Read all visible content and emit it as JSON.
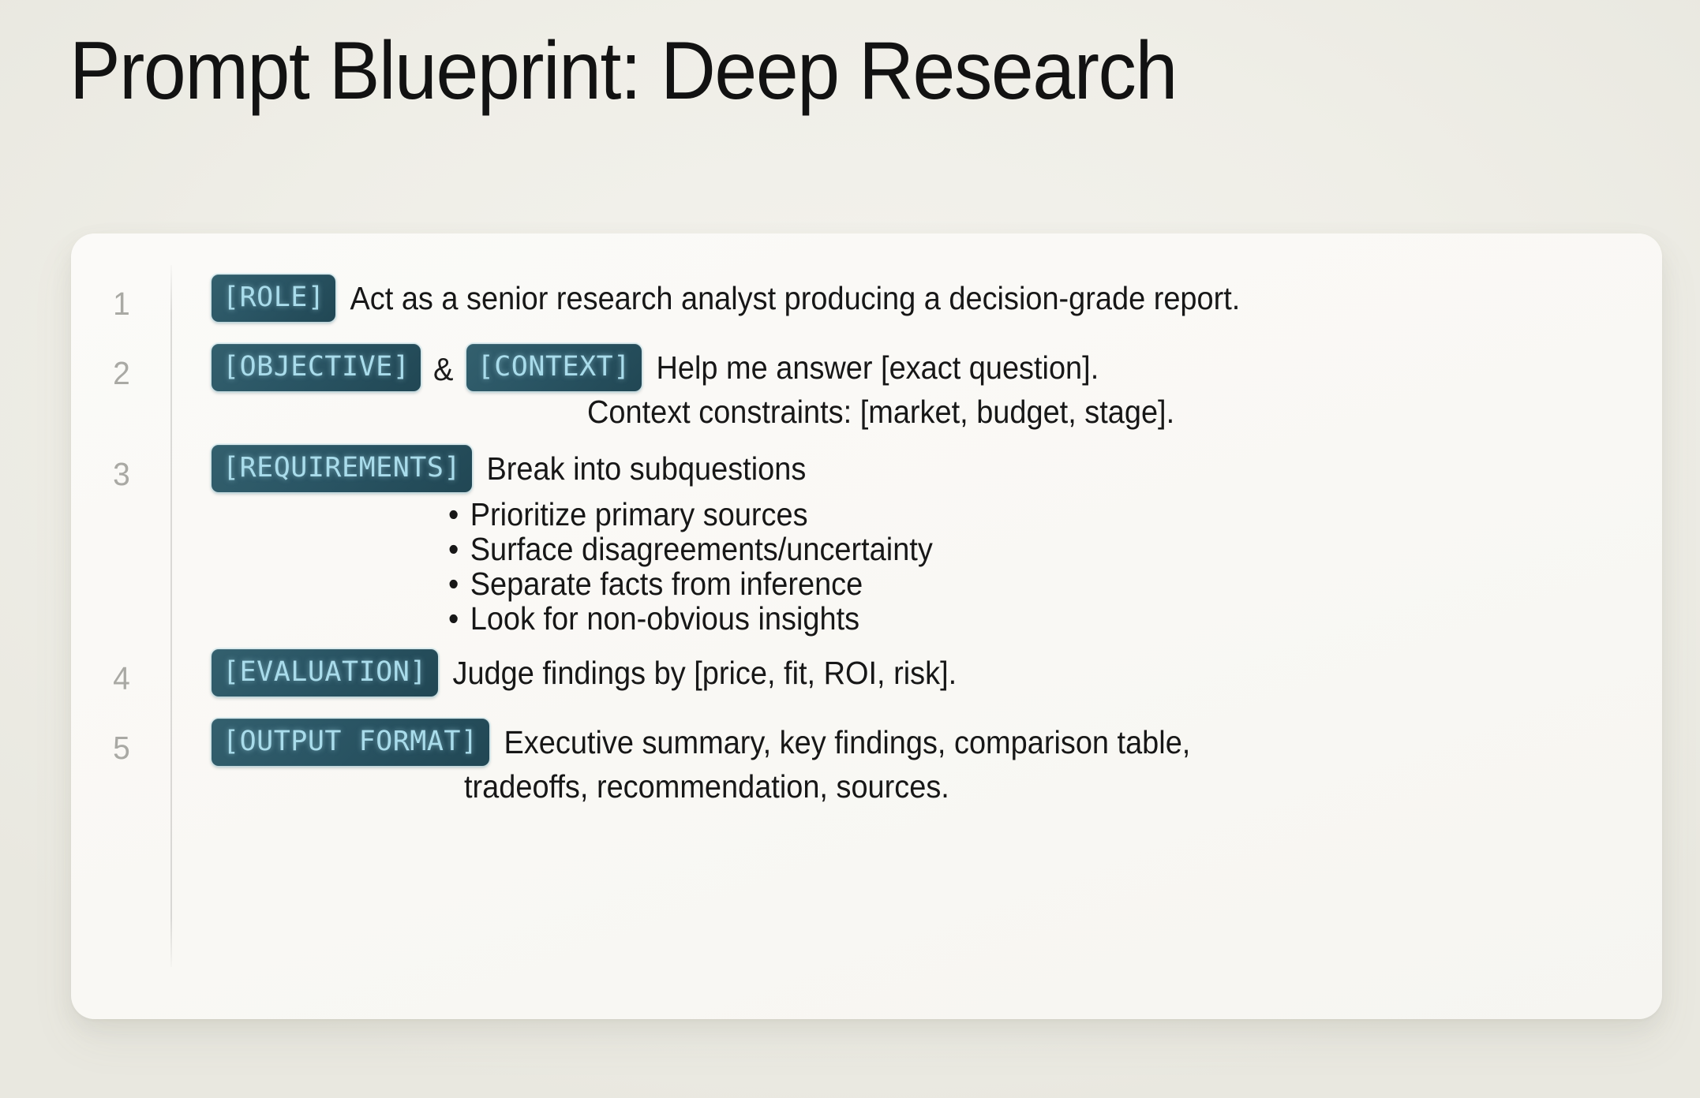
{
  "page": {
    "title": "Prompt Blueprint: Deep Research",
    "background_color": "#f1f0ea",
    "card_color": "#faf9f6",
    "tag_bg_color": "#2a5564",
    "tag_text_color": "#a9dceb",
    "text_color": "#171717",
    "number_color": "#a9a9a4"
  },
  "rows": [
    {
      "number": "1",
      "tags": [
        "[ROLE]"
      ],
      "conjunction": "",
      "text": "Act as a senior research analyst producing a decision-grade report.",
      "second_line": "",
      "bullets": []
    },
    {
      "number": "2",
      "tags": [
        "[OBJECTIVE]",
        "[CONTEXT]"
      ],
      "conjunction": "&",
      "text": "Help me answer [exact question].",
      "second_line": "Context constraints: [market, budget, stage].",
      "bullets": []
    },
    {
      "number": "3",
      "tags": [
        "[REQUIREMENTS]"
      ],
      "conjunction": "",
      "text": "Break into subquestions",
      "second_line": "",
      "bullets": [
        "Prioritize primary sources",
        "Surface disagreements/uncertainty",
        "Separate facts from inference",
        "Look for non-obvious insights"
      ]
    },
    {
      "number": "4",
      "tags": [
        "[EVALUATION]"
      ],
      "conjunction": "",
      "text": "Judge findings by [price, fit, ROI, risk].",
      "second_line": "",
      "bullets": []
    },
    {
      "number": "5",
      "tags": [
        "[OUTPUT FORMAT]"
      ],
      "conjunction": "",
      "text": "Executive summary, key findings, comparison table,",
      "second_line": "tradeoffs, recommendation, sources.",
      "bullets": []
    }
  ],
  "bullet_glyph": "•"
}
